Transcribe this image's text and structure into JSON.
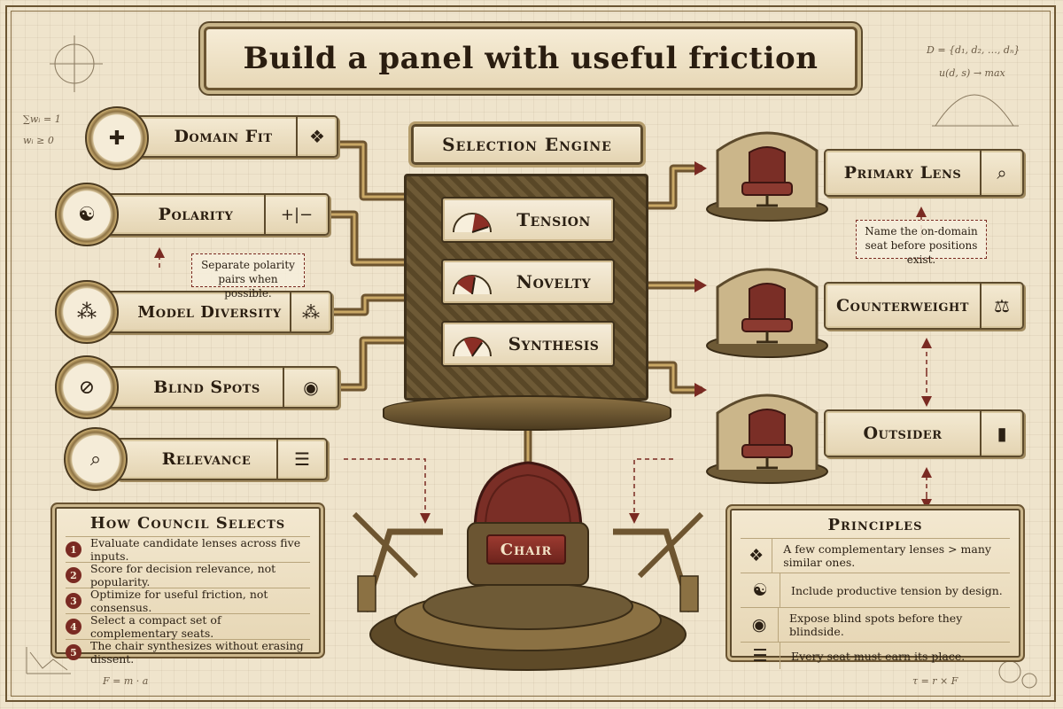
{
  "title": "Build a panel with useful friction",
  "notes": {
    "top_right_1": "D = {d₁, d₂, …, dₙ}",
    "top_right_2": "u(d, s) → max",
    "top_left_1": "∑wᵢ = 1",
    "top_left_2": "wᵢ ≥ 0",
    "bottom_left": "F = m · a",
    "bottom_right": "τ = r × F"
  },
  "inputs": [
    {
      "label": "Domain Fit",
      "gauge_icon": "crosshair-icon",
      "icon": "puzzle-icon",
      "glyph": "✚",
      "icon_glyph": "❖"
    },
    {
      "label": "Polarity",
      "gauge_icon": "yin-yang-icon",
      "icon": "polarity-icon",
      "glyph": "☯",
      "icon_glyph": "+|−"
    },
    {
      "label": "Model Diversity",
      "gauge_icon": "network-icon",
      "icon": "network-icon",
      "glyph": "⁂",
      "icon_glyph": "⁂"
    },
    {
      "label": "Blind Spots",
      "gauge_icon": "hidden-eye-icon",
      "icon": "eye-icon",
      "glyph": "⊘",
      "icon_glyph": "◉"
    },
    {
      "label": "Relevance",
      "gauge_icon": "magnifier-icon",
      "icon": "document-icon",
      "glyph": "⌕",
      "icon_glyph": "☰"
    }
  ],
  "engine": {
    "title": "Selection Engine",
    "meters": [
      {
        "label": "Tension",
        "level": 0.9
      },
      {
        "label": "Novelty",
        "level": 0.55
      },
      {
        "label": "Synthesis",
        "level": 0.7
      }
    ]
  },
  "seats": [
    {
      "label": "Primary Lens",
      "icon": "magnifier-icon",
      "glyph": "⌕"
    },
    {
      "label": "Counterweight",
      "icon": "scales-icon",
      "glyph": "⚖"
    },
    {
      "label": "Outsider",
      "icon": "door-icon",
      "glyph": "▮"
    }
  ],
  "callouts": {
    "polarity": "Separate polarity pairs when possible.",
    "primary": "Name the on-domain seat before positions exist."
  },
  "chair": {
    "label": "Chair"
  },
  "how": {
    "title": "How Council Selects",
    "steps": [
      {
        "n": "1",
        "text": "Evaluate candidate lenses across five inputs."
      },
      {
        "n": "2",
        "text": "Score for decision relevance, not popularity."
      },
      {
        "n": "3",
        "text": "Optimize for useful friction, not consensus."
      },
      {
        "n": "4",
        "text": "Select a compact set of complementary seats."
      },
      {
        "n": "5",
        "text": "The chair synthesizes without erasing dissent."
      }
    ]
  },
  "principles": {
    "title": "Principles",
    "rows": [
      {
        "icon": "puzzle-icon",
        "glyph": "❖",
        "text": "A few complementary lenses > many similar ones."
      },
      {
        "icon": "yin-yang-icon",
        "glyph": "☯",
        "text": "Include productive tension by design."
      },
      {
        "icon": "eye-icon",
        "glyph": "◉",
        "text": "Expose blind spots before they blindside."
      },
      {
        "icon": "document-icon",
        "glyph": "☰",
        "text": "Every seat must earn its place."
      }
    ]
  },
  "colors": {
    "accent": "#7a2a22",
    "brass": "#8c7142",
    "parchment": "#efe4cc",
    "ink": "#2a1d10"
  }
}
